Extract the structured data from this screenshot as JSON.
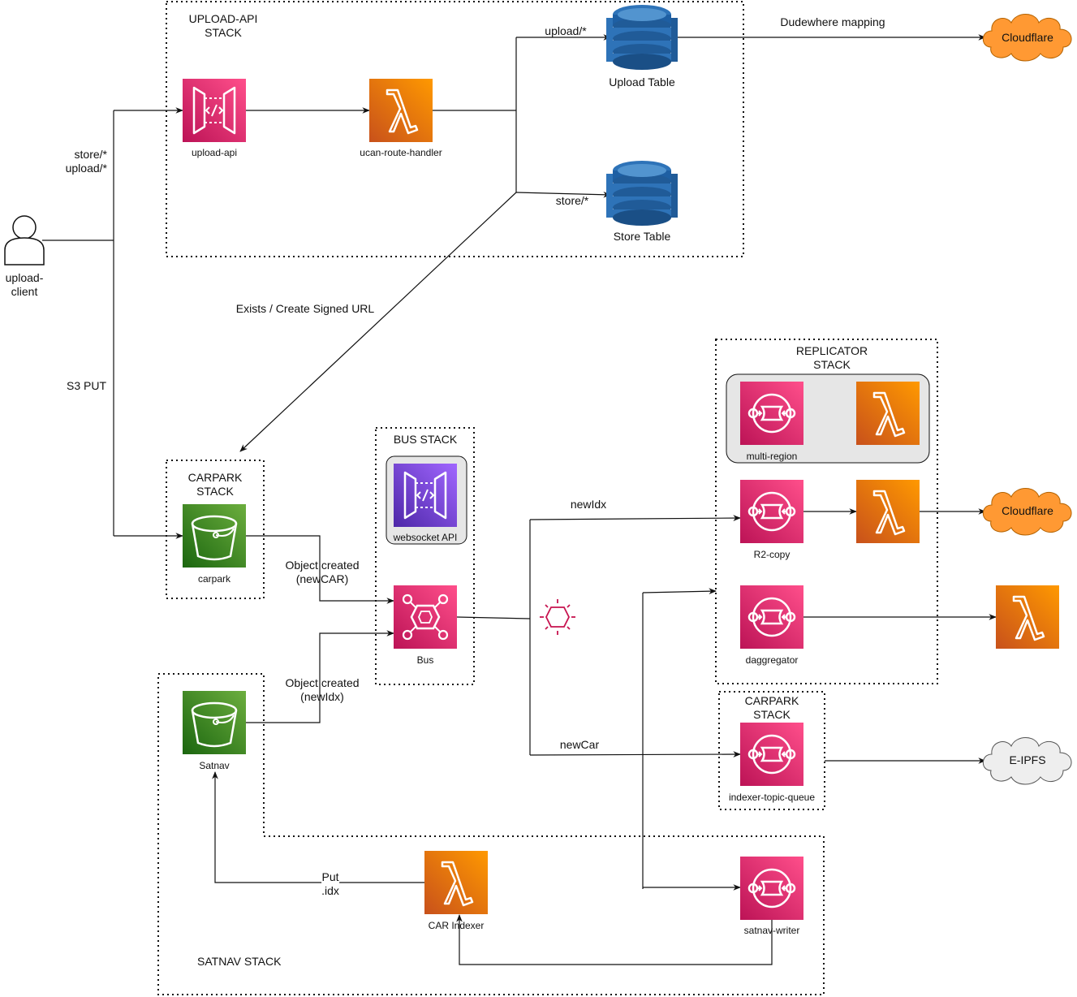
{
  "stacks": {
    "upload_api": "UPLOAD-API\nSTACK",
    "carpark": "CARPARK\nSTACK",
    "bus": "BUS STACK",
    "replicator": "REPLICATOR\nSTACK",
    "carpark_right": "CARPARK\nSTACK",
    "satnav": "SATNAV STACK"
  },
  "nodes": {
    "upload_client": "upload-\nclient",
    "upload_api": "upload-api",
    "ucan_route_handler": "ucan-route-handler",
    "upload_table": "Upload Table",
    "store_table": "Store Table",
    "cloudflare_top": "Cloudflare",
    "carpark": "carpark",
    "websocket_api": "websocket API",
    "bus": "Bus",
    "multi_region": "multi-region",
    "r2_copy": "R2-copy",
    "cloudflare_mid": "Cloudflare",
    "daggregator": "daggregator",
    "indexer_topic_queue": "indexer-topic-queue",
    "e_ipfs": "E-IPFS",
    "satnav": "Satnav",
    "car_indexer": "CAR Indexer",
    "satnav_writer": "satnav-writer"
  },
  "edges": {
    "store_upload": "store/*\nupload/*",
    "upload_path": "upload/*",
    "store_path": "store/*",
    "dudewhere": "Dudewhere mapping",
    "signed_url": "Exists / Create Signed URL",
    "s3_put": "S3 PUT",
    "object_created_car": "Object created\n(newCAR)",
    "object_created_idx": "Object created\n(newIdx)",
    "new_idx": "newIdx",
    "new_car": "newCar",
    "put_idx": "Put\n.idx"
  },
  "colors": {
    "pink_top": "#ff4f8b",
    "pink_bottom": "#bc1356",
    "orange_top": "#f78e04",
    "orange_bottom": "#d05c17",
    "green_top": "#60a337",
    "green_bottom": "#277116",
    "purple_top": "#945df2",
    "purple_bottom": "#5a30b5",
    "dynamo_blue": "#2e73b8",
    "cloud_orange": "#ff9933",
    "cloud_gray": "#eeeeee"
  }
}
